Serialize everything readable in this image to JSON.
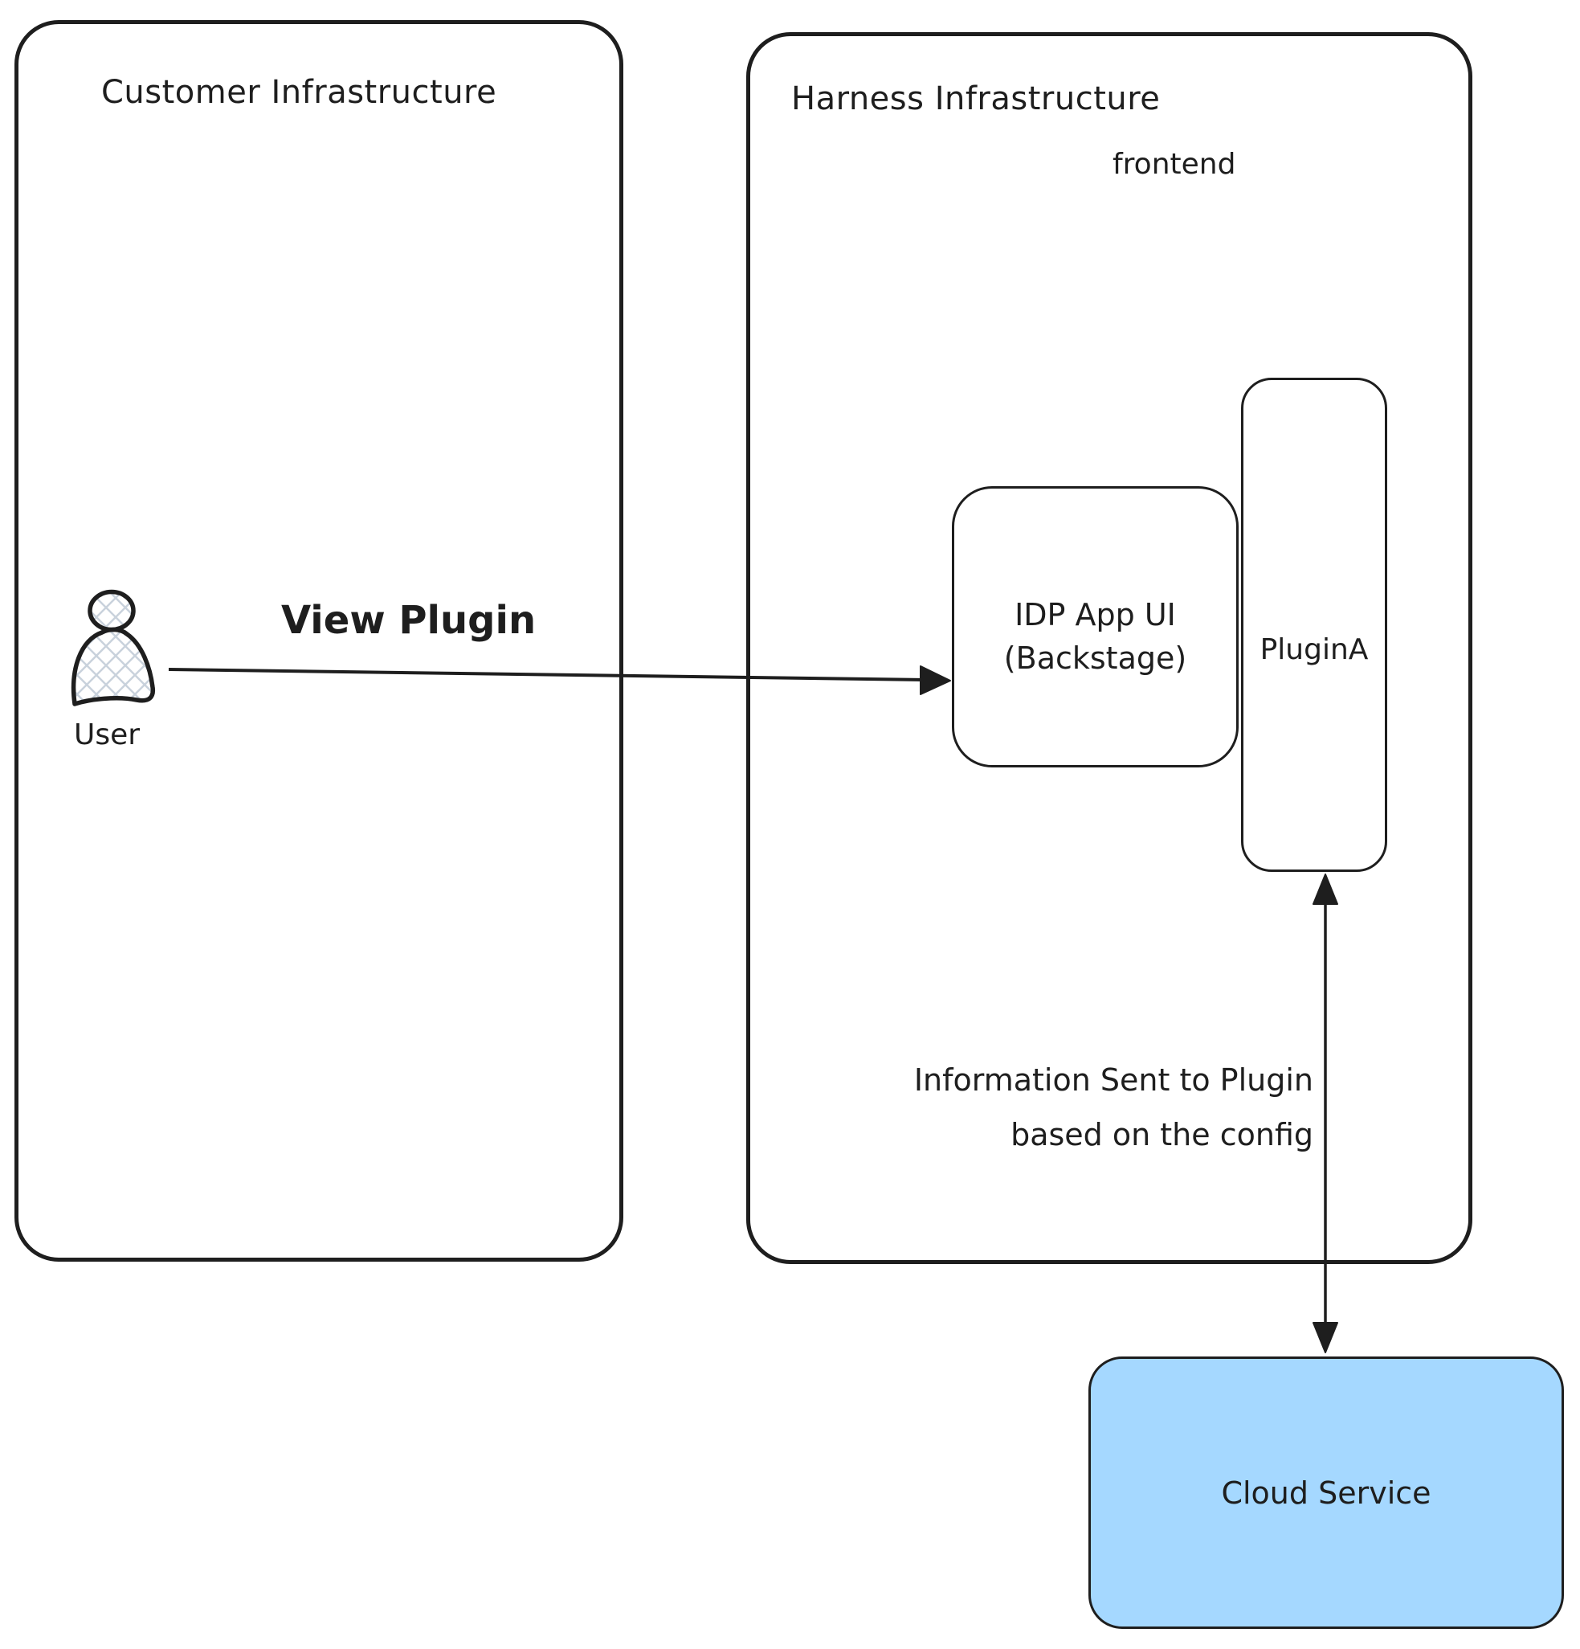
{
  "diagram": {
    "customer": {
      "title": "Customer Infrastructure"
    },
    "harness": {
      "title": "Harness Infrastructure",
      "frontend_label": "frontend"
    },
    "user": {
      "label": "User"
    },
    "idp": {
      "line1": "IDP App UI",
      "line2": "(Backstage)"
    },
    "plugin": {
      "label": "PluginA"
    },
    "cloud": {
      "label": "Cloud Service"
    },
    "edges": {
      "view_plugin_label": "View Plugin",
      "info_label_line1": "Information Sent to Plugin",
      "info_label_line2": "based on the config"
    },
    "colors": {
      "stroke": "#1e1e1e",
      "cloud_fill": "#a5d8ff",
      "hatch": "#c9d2dc"
    }
  }
}
